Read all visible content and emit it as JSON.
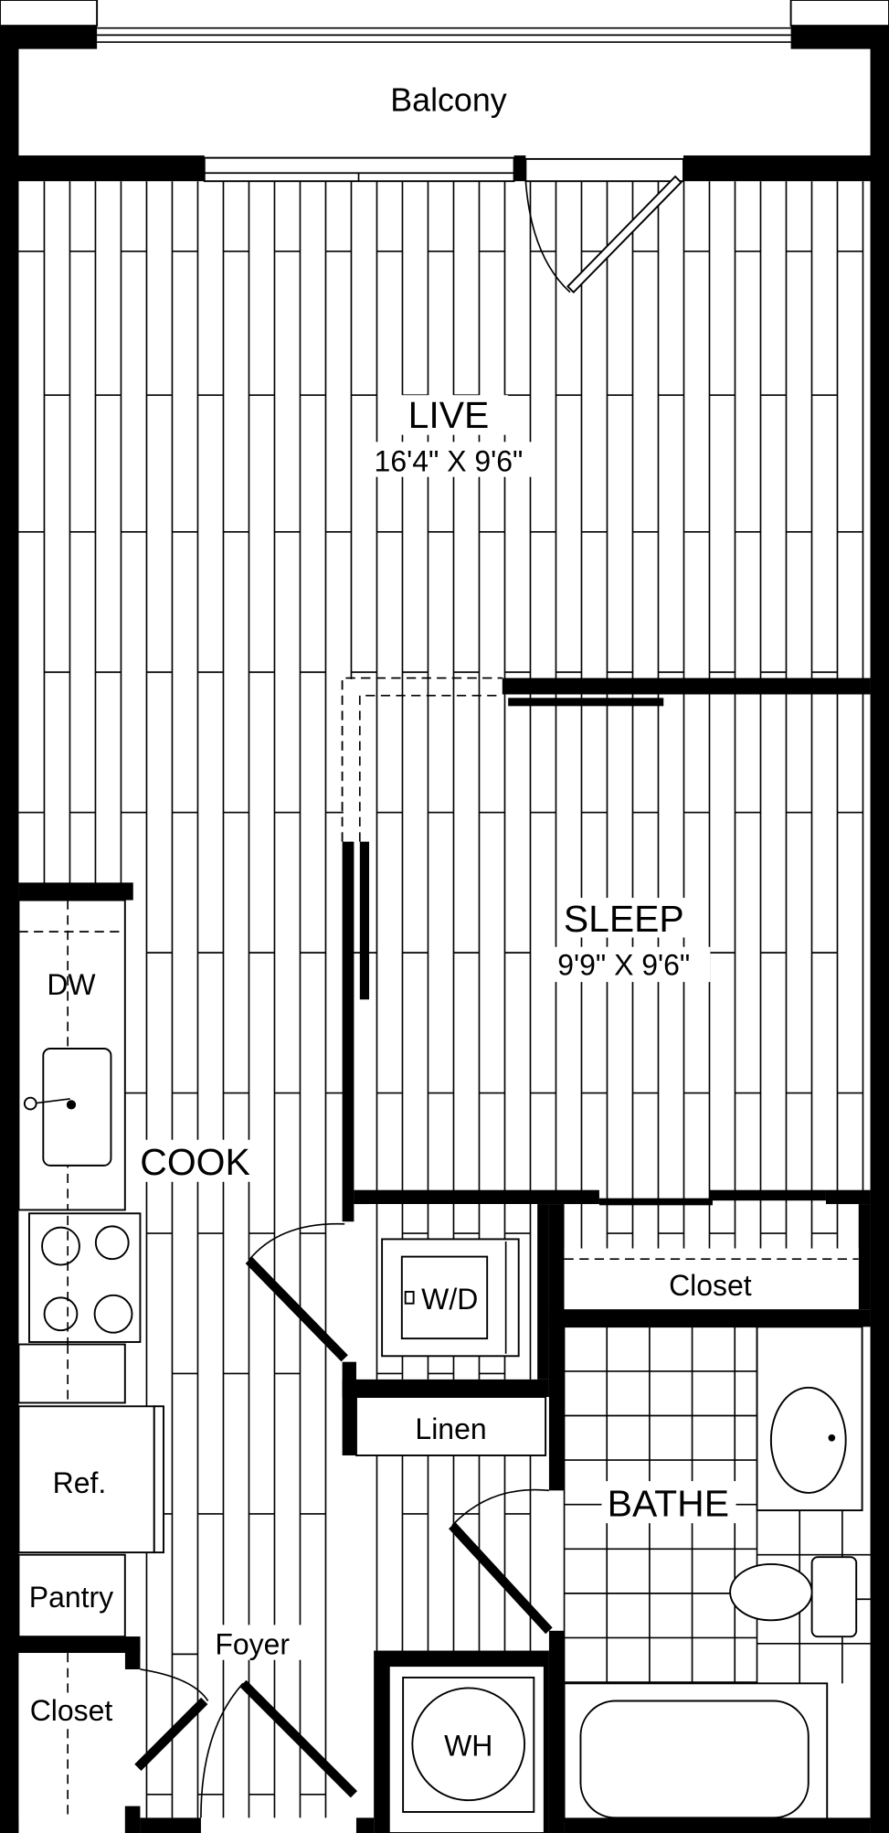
{
  "plan": {
    "rooms": {
      "balcony": "Balcony",
      "live": "LIVE",
      "live_dims": "16'4\" X 9'6\"",
      "sleep": "SLEEP",
      "sleep_dims": "9'9\" X 9'6\"",
      "cook": "COOK",
      "bathe": "BATHE",
      "foyer": "Foyer"
    },
    "fixtures": {
      "dw": "DW",
      "wd": "W/D",
      "linen": "Linen",
      "closet_bedroom": "Closet",
      "closet_entry": "Closet",
      "ref": "Ref.",
      "pantry": "Pantry",
      "wh": "WH"
    },
    "colors": {
      "wall": "#000000",
      "background": "#ffffff"
    }
  }
}
